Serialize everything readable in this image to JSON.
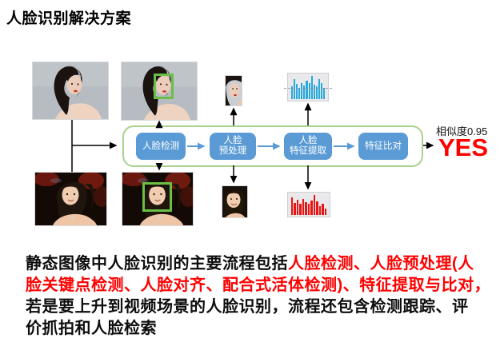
{
  "slide": {
    "title": "人脸识别解决方案"
  },
  "flow": {
    "steps": [
      {
        "label": "人脸检测"
      },
      {
        "label": "人脸\n预处理"
      },
      {
        "label": "人脸\n特征提取"
      },
      {
        "label": "特征比对"
      }
    ]
  },
  "result": {
    "similarity_label": "相似度0.95",
    "verdict": "YES"
  },
  "photos": {
    "top_original": "studio-portrait-photo",
    "top_detected": "studio-portrait-with-detection-box",
    "top_face_crop": "cropped-face",
    "bottom_original": "event-photo",
    "bottom_detected": "event-photo-with-detection-box",
    "bottom_face_crop": "cropped-face"
  },
  "paragraph": {
    "line1_black": "静态图像中人脸识别的主要流程包括",
    "line1_red": "人脸检测、人脸预处理(人",
    "line2_red": "脸关键点检测、人脸对齐、配合式活体检测)、特征提取与比对，",
    "line3_black": "若是要上升到视频场景的人脸识别，流程还包含检测跟踪、评",
    "line4_black": "价抓拍和人脸检索"
  },
  "colors": {
    "flow_box_blue": "#5b9bd5",
    "container_green": "#a9d18e",
    "detection_green": "#6abf45",
    "alert_red": "#ff0000"
  },
  "chart_data": [
    {
      "id": "feature-histogram-top",
      "type": "bar",
      "values": [
        55,
        85,
        65,
        50,
        70,
        58,
        78,
        68,
        100,
        62,
        55,
        85,
        70,
        50
      ],
      "bar_color": "#29a9dc",
      "background": "#e9e9ec",
      "dashed_midline": true
    },
    {
      "id": "feature-histogram-bottom",
      "type": "bar",
      "values": [
        88,
        62,
        75,
        55,
        80,
        64,
        58,
        72,
        100,
        68,
        45,
        58,
        32
      ],
      "bar_color": "#e81313",
      "background": "#e9e9ec",
      "dashed_midline": false
    }
  ]
}
